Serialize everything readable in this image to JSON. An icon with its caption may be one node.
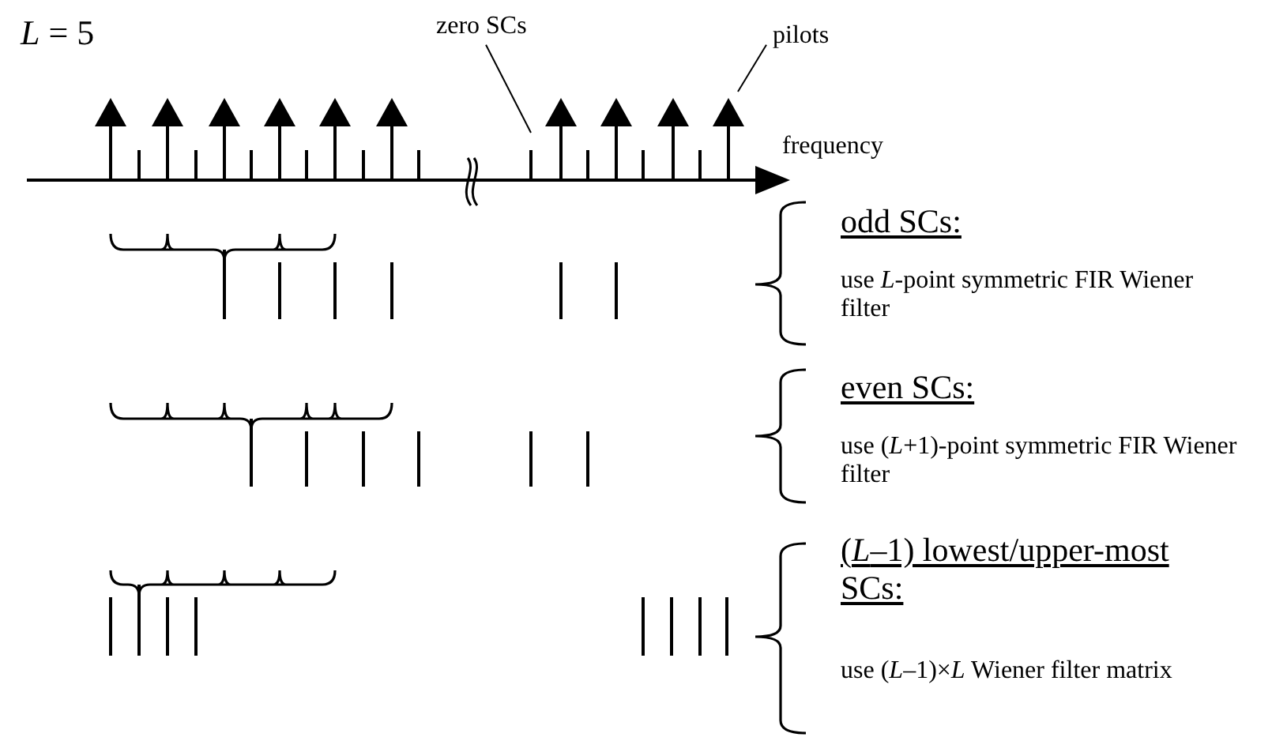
{
  "diagram": {
    "nodes": [
      {
        "text": [
          "zero SCs"
        ]
      },
      {
        "text": [
          "pilots"
        ]
      }
    ],
    "edges": [
      {
        "from": 0,
        "to": null,
        "arrow": "none"
      },
      {
        "from": 1,
        "to": null,
        "arrow": "none"
      }
    ],
    "labels": [
      "*L* = 5",
      "frequency",
      "odd SCs:",
      "use *L*-point symmetric FIR Wiener filter",
      "even SCs:",
      "use (*L*+1)-point symmetric FIR Wiener filter",
      "(*L*–1) lowest/upper-most SCs:",
      "use (*L*–1)×*L* Wiener filter matrix"
    ]
  }
}
